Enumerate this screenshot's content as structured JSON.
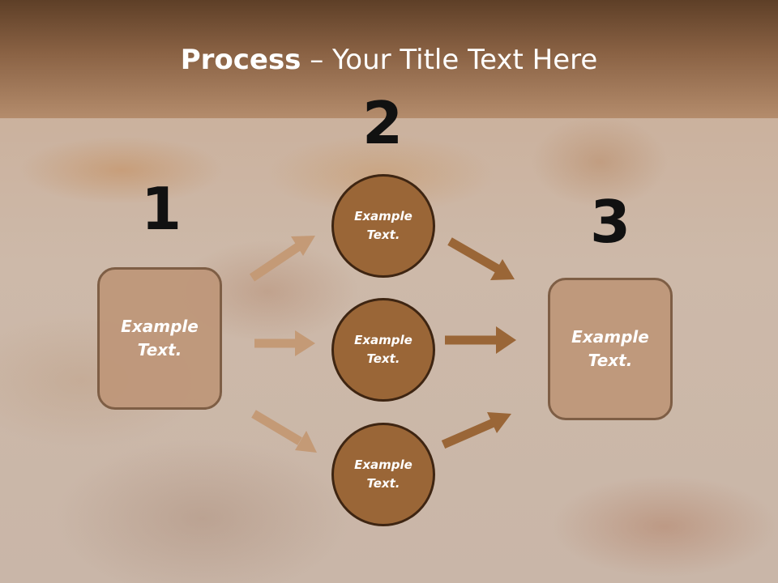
{
  "slide": {
    "title_bold": "Process",
    "title_rest": " – Your Title Text Here"
  },
  "steps": {
    "step1": {
      "number": "1",
      "text": "Example\nText."
    },
    "step2": {
      "number": "2"
    },
    "step3": {
      "number": "3",
      "text": "Example\nText."
    }
  },
  "nodes": [
    {
      "text": "Example Text."
    },
    {
      "text": "Example Text."
    },
    {
      "text": "Example Text."
    }
  ],
  "colors": {
    "header_dark": "#5e3f27",
    "box_fill": "#be9678",
    "circle_fill": "#9a6637",
    "arrow_light": "#c49a76",
    "arrow_dark": "#9a6637"
  }
}
